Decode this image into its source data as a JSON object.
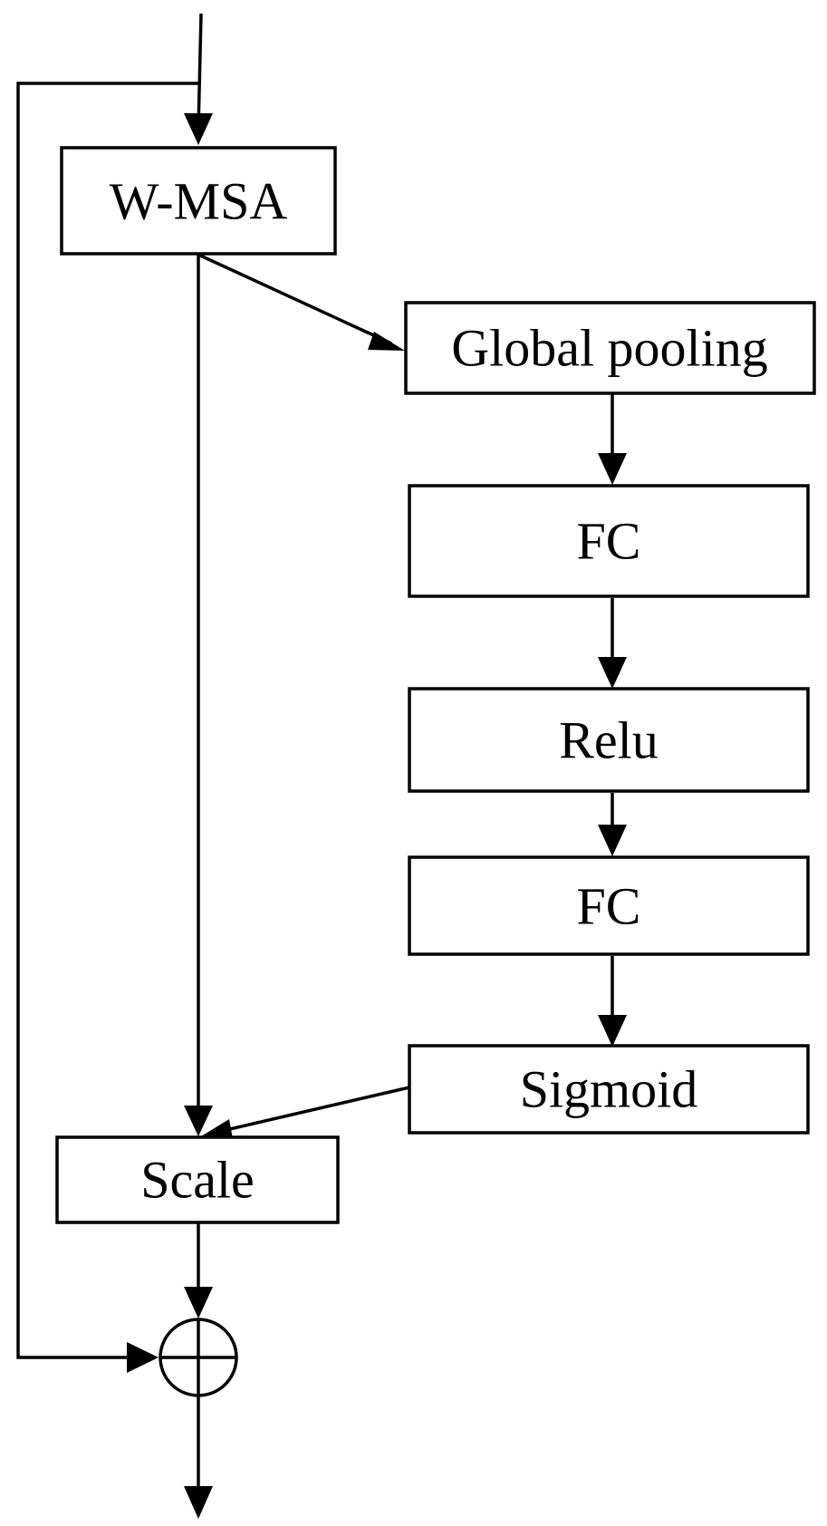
{
  "diagram": {
    "nodes": [
      {
        "id": "wmsa",
        "label": "W-MSA"
      },
      {
        "id": "global-pooling",
        "label": "Global pooling"
      },
      {
        "id": "fc1",
        "label": "FC"
      },
      {
        "id": "relu",
        "label": "Relu"
      },
      {
        "id": "fc2",
        "label": "FC"
      },
      {
        "id": "sigmoid",
        "label": "Sigmoid"
      },
      {
        "id": "scale",
        "label": "Scale"
      }
    ],
    "sum_symbol": "element-wise addition (circle-plus)",
    "edges": [
      {
        "from": "input",
        "to": "wmsa"
      },
      {
        "from": "wmsa",
        "to": "global-pooling"
      },
      {
        "from": "global-pooling",
        "to": "fc1"
      },
      {
        "from": "fc1",
        "to": "relu"
      },
      {
        "from": "relu",
        "to": "fc2"
      },
      {
        "from": "fc2",
        "to": "sigmoid"
      },
      {
        "from": "wmsa",
        "to": "scale"
      },
      {
        "from": "sigmoid",
        "to": "scale"
      },
      {
        "from": "scale",
        "to": "sum"
      },
      {
        "from": "input",
        "to": "sum",
        "kind": "residual"
      },
      {
        "from": "sum",
        "to": "output"
      }
    ],
    "colors": {
      "stroke": "#000000",
      "fill": "#ffffff",
      "text": "#000000"
    }
  }
}
